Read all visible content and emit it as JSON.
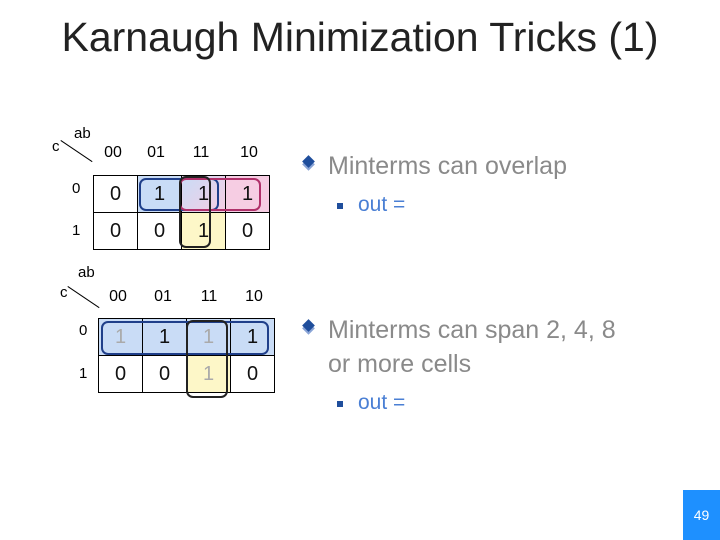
{
  "slide": {
    "title": "Karnaugh Minimization Tricks (1)",
    "page_number": "49"
  },
  "kmap_top": {
    "row_var": "c",
    "col_var": "ab",
    "col_headers": [
      "00",
      "01",
      "11",
      "10"
    ],
    "row_headers": [
      "0",
      "1"
    ],
    "rows": [
      [
        "0",
        "1",
        "1",
        "1"
      ],
      [
        "0",
        "0",
        "1",
        "0"
      ]
    ]
  },
  "kmap_bottom": {
    "row_var": "c",
    "col_var": "ab",
    "col_headers": [
      "00",
      "01",
      "11",
      "10"
    ],
    "row_headers": [
      "0",
      "1"
    ],
    "rows": [
      [
        "1",
        "1",
        "1",
        "1"
      ],
      [
        "0",
        "0",
        "1",
        "0"
      ]
    ]
  },
  "bullets_top": {
    "main": "Minterms can overlap",
    "sub": "out ="
  },
  "bullets_bottom": {
    "main_line1": "Minterms can span 2, 4, 8",
    "main_line2": "or more cells",
    "sub": "out ="
  },
  "colors": {
    "blue_group": "#c9dcf6",
    "pink_group": "#f6cde3",
    "yellow_group": "#fdf7c8",
    "bullet_blue": "#1f4e9c",
    "subtext_blue": "#4a7fd4",
    "page_badge": "#1e90ff"
  }
}
